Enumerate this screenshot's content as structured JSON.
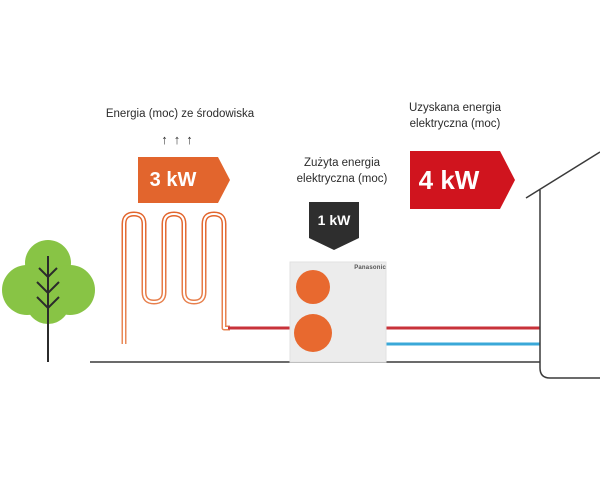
{
  "labels": {
    "environment": "Energia (moc) ze środowiska",
    "consumed_line1": "Zużyta energia",
    "consumed_line2": "elektryczna (moc)",
    "obtained_line1": "Uzyskana energia",
    "obtained_line2": "elektryczna (moc)"
  },
  "values": {
    "environment": "3 kW",
    "consumed": "1 kW",
    "obtained": "4 kW"
  },
  "brand": "Panasonic",
  "arrows": "↑↑↑",
  "colors": {
    "environment_tag": "#e2652d",
    "obtained_tag": "#d0141e",
    "consumed_tag": "#2e2e2e",
    "hot_pipe": "#c8323a",
    "cold_pipe": "#3aa8d8",
    "tree_foliage": "#88c445",
    "unit_body": "#ececec",
    "unit_fan": "#e8692f"
  },
  "icons": [
    "tree-icon",
    "house-outline-icon",
    "heat-pump-unit-icon",
    "ground-loop-icon"
  ]
}
